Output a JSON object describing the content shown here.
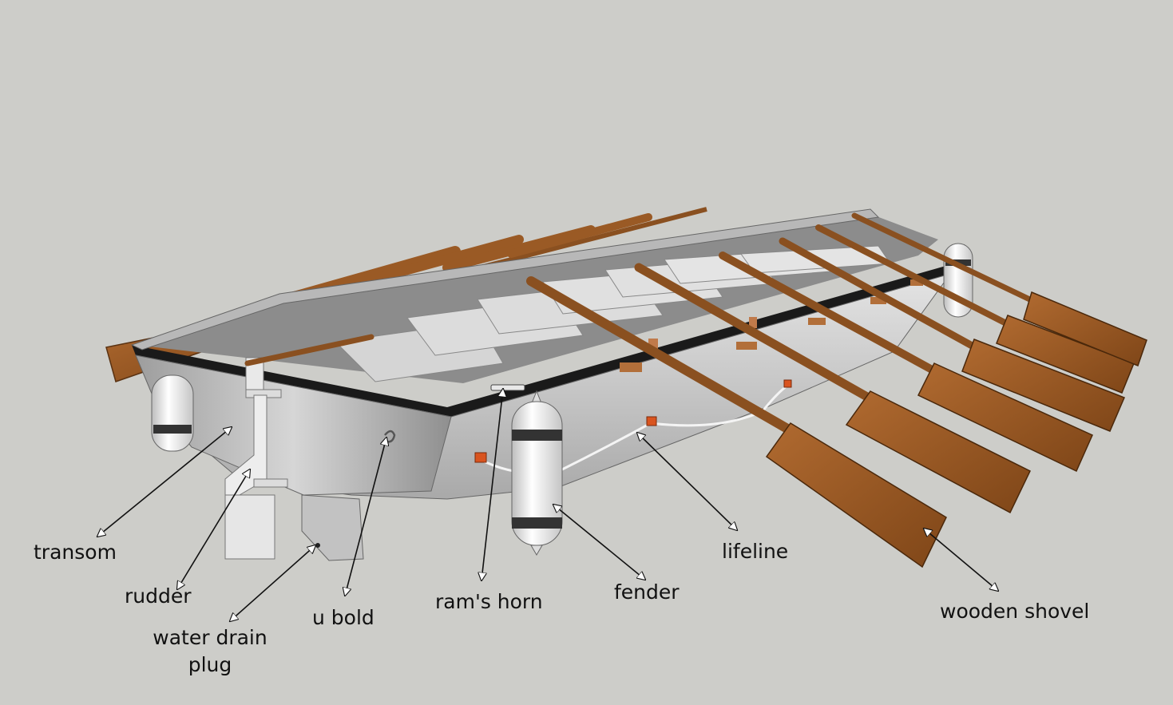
{
  "labels": {
    "transom": "transom",
    "rudder": "rudder",
    "water_drain_plug_line1": "water drain",
    "water_drain_plug_line2": "plug",
    "u_bold": "u bold",
    "rams_horn": "ram's horn",
    "fender": "fender",
    "lifeline": "lifeline",
    "wooden_shovel": "wooden shovel"
  },
  "colors": {
    "background": "#cdcdc9",
    "hull": "#c8c8c8",
    "wood": "#9a5a25",
    "gunwale": "#1a1a1a",
    "fender": "#f2f2f2",
    "bracket": "#d9541f"
  }
}
